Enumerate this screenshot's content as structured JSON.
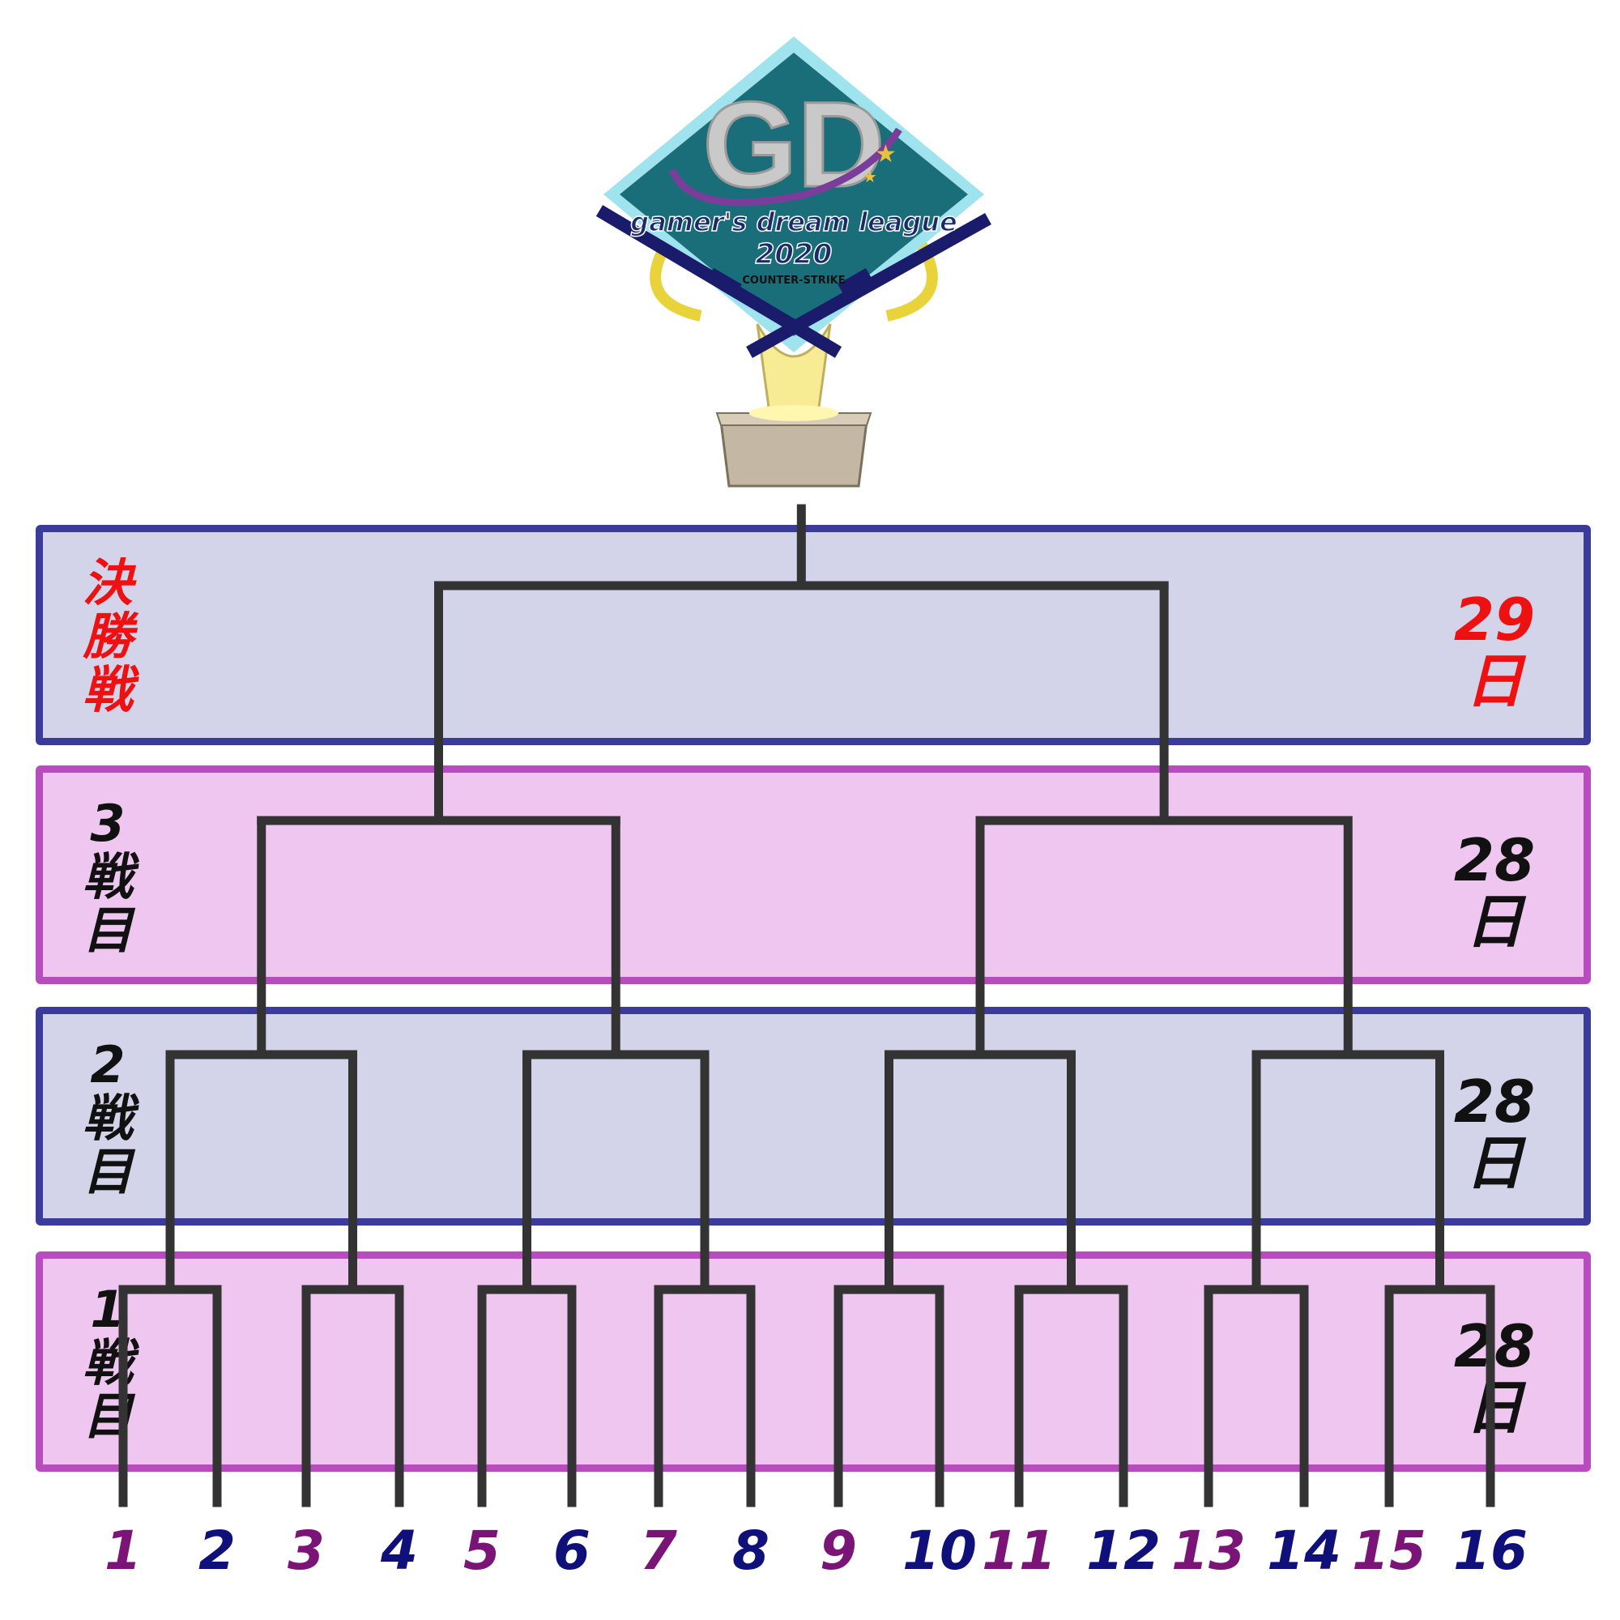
{
  "logo": {
    "monogram": "GD",
    "title": "gamer's dream league",
    "year": "2020",
    "subtitle": "COUNTER-STRIKE"
  },
  "rounds": [
    {
      "label": [
        "決",
        "勝",
        "戦"
      ],
      "day": "29",
      "day_unit": "日",
      "accent": true,
      "style": "blue"
    },
    {
      "label": [
        "3",
        "戦",
        "目"
      ],
      "day": "28",
      "day_unit": "日",
      "accent": false,
      "style": "pink"
    },
    {
      "label": [
        "2",
        "戦",
        "目"
      ],
      "day": "28",
      "day_unit": "日",
      "accent": false,
      "style": "blue"
    },
    {
      "label": [
        "1",
        "戦",
        "目"
      ],
      "day": "28",
      "day_unit": "日",
      "accent": false,
      "style": "pink"
    }
  ],
  "seeds": [
    "1",
    "2",
    "3",
    "4",
    "5",
    "6",
    "7",
    "8",
    "9",
    "10",
    "11",
    "12",
    "13",
    "14",
    "15",
    "16"
  ],
  "colors": {
    "seed_odd": "#7a1476",
    "seed_even": "#10107a",
    "bracket_line": "#333333",
    "accent_red": "#ee1111"
  }
}
